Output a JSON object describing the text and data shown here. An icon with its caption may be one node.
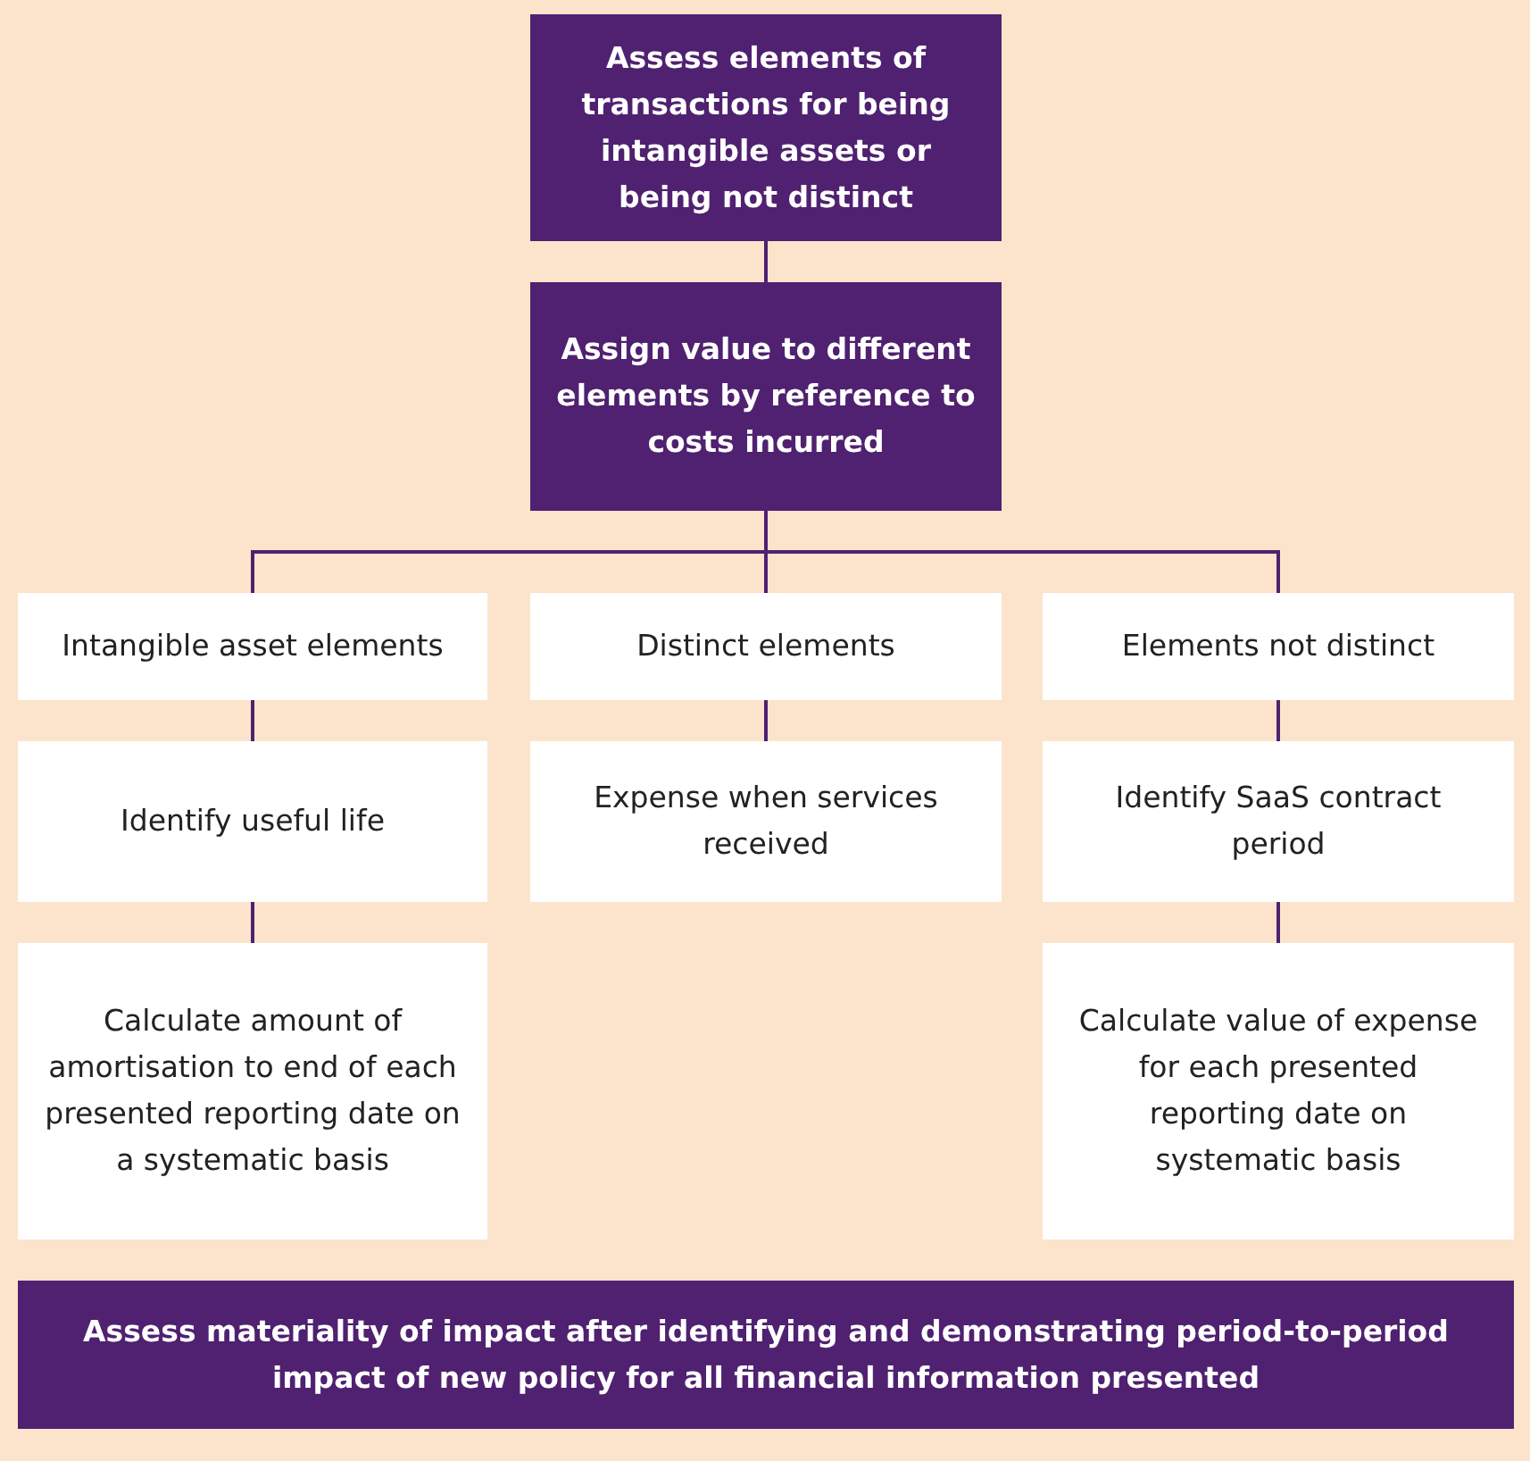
{
  "diagram": {
    "nodes": [
      {
        "text": [
          "Assess elements of transactions for being intangible assets or being not distinct"
        ]
      },
      {
        "text": [
          "Assign value to different elements by reference to costs incurred"
        ]
      },
      {
        "text": [
          "Intangible asset elements"
        ]
      },
      {
        "text": [
          "Distinct elements"
        ]
      },
      {
        "text": [
          "Elements not distinct"
        ]
      },
      {
        "text": [
          "Identify useful life"
        ]
      },
      {
        "text": [
          "Expense when services received"
        ]
      },
      {
        "text": [
          "Identify SaaS contract period"
        ]
      },
      {
        "text": [
          "Calculate amount of amortisation to end of each presented reporting date on a systematic basis"
        ]
      },
      {
        "text": [
          "Calculate value of expense for each presented reporting date on systematic basis"
        ]
      },
      {
        "text": [
          "Assess materiality of impact after identifying and demonstrating period-to-period impact of new policy for all financial information presented"
        ]
      }
    ],
    "edges": [
      {
        "from": 0,
        "to": 1,
        "arrow": "none"
      },
      {
        "from": 1,
        "to": 2,
        "arrow": "none"
      },
      {
        "from": 1,
        "to": 3,
        "arrow": "none"
      },
      {
        "from": 1,
        "to": 4,
        "arrow": "none"
      },
      {
        "from": 2,
        "to": 5,
        "arrow": "none"
      },
      {
        "from": 3,
        "to": 6,
        "arrow": "none"
      },
      {
        "from": 4,
        "to": 7,
        "arrow": "none"
      },
      {
        "from": 5,
        "to": 8,
        "arrow": "none"
      },
      {
        "from": 7,
        "to": 9,
        "arrow": "none"
      }
    ]
  }
}
